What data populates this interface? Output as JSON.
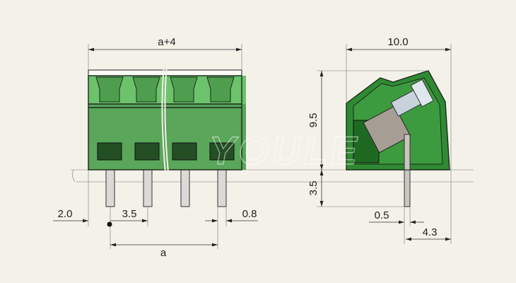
{
  "drawing": {
    "front_view": {
      "width_label": "a+4",
      "edge_offset_label": "2.0",
      "pitch_label": "3.5",
      "pin_width_label": "0.8",
      "span_label": "a",
      "poles": 4
    },
    "side_view": {
      "depth_label": "10.0",
      "height_label": "9.5",
      "pin_length_label": "3.5",
      "pin_thickness_label": "0.5",
      "pin_offset_label": "4.3"
    },
    "watermark": "YOULE",
    "colors": {
      "background": "#f4f1e9",
      "body_green": "#5aa65a",
      "body_light": "#6cc36c",
      "section_green": "#2f8a33",
      "pin": "#d8d6d2"
    }
  }
}
